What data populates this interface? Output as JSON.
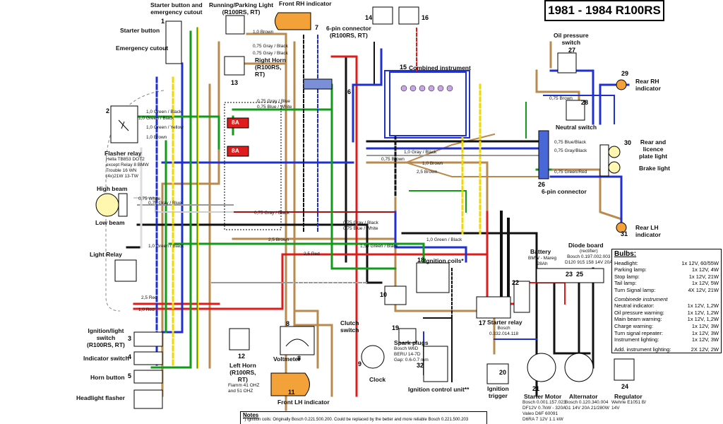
{
  "title": "1981 - 1984 R100RS",
  "components": {
    "c1": {
      "num": "1",
      "label": "Starter button and\nemergency cutout",
      "sub1": "Starter button",
      "sub2": "Emergency cutout"
    },
    "c2": {
      "num": "2",
      "label": "Flasher relay",
      "spec": "Hella TB853 DOT2\nexcept Relay 8 BMW\nTrouble 16 WN\n(4x)21W 13-TW"
    },
    "c3": {
      "num": "3",
      "label": "Ignition/light\nswitch\n(R100RS, RT)"
    },
    "c4": {
      "num": "4",
      "label": "Indicator switch"
    },
    "c5": {
      "num": "5",
      "label": "Horn button"
    },
    "c6": {
      "num": "6",
      "label": "6-pin connector\n(R100RS, RT)"
    },
    "c7": {
      "num": "7",
      "label": "Front RH indicator"
    },
    "c8": {
      "num": "8",
      "label": "Voltmeter"
    },
    "c9": {
      "num": "9",
      "label": "Clock"
    },
    "c10": {
      "num": "10"
    },
    "c11": {
      "num": "11",
      "label": "Front LH indicator"
    },
    "c12": {
      "num": "12",
      "label": "Left Horn\n(R100RS,\nRT)",
      "spec": "Fiamm 41 OHZ\nand 51 OHZ"
    },
    "c13": {
      "num": "13",
      "label": "Right Horn\n(R100RS,\nRT)"
    },
    "c14": {
      "num": "14"
    },
    "c15": {
      "num": "15",
      "label": "Combined instrument"
    },
    "c16": {
      "num": "16"
    },
    "c17": {
      "num": "17",
      "label": "Starter relay",
      "spec": "Bosch\n0.332.014.118"
    },
    "c18": {
      "num": "18",
      "label": "Ignition coils*"
    },
    "c19": {
      "num": "19",
      "label": "Spark plugs",
      "spec": "Bosch W6D\nBERU 14-7D\nGap: 0.6-0.7 mm"
    },
    "c20": {
      "num": "20",
      "label": "Ignition\ntrigger"
    },
    "c21": {
      "num": "21",
      "label": "Starter Motor",
      "spec": "Bosch 0.001.157.023\nDF12V 0.7kW - 320A\nValeo D6F 60091\nD6RA 7 12V 1.1 kW"
    },
    "c22": {
      "num": "22",
      "label": "Battery",
      "spec": "BMW - Mareg\n28Ah"
    },
    "c23": {
      "num": "23"
    },
    "c24": {
      "num": "24",
      "label": "Regulator",
      "spec": "Wehrle E1051 B/\n14V"
    },
    "c25": {
      "num": "25",
      "label": "Diode board",
      "spec": "(rectifier)\nBosch 0.197.002.003\nD120 915 158 14V 20A"
    },
    "c26": {
      "num": "26",
      "label": "6-pin connector"
    },
    "c27": {
      "num": "27",
      "label": "Oil pressure\nswitch"
    },
    "c28": {
      "num": "28",
      "label": "Neutral switch"
    },
    "c29": {
      "num": "29",
      "label": "Rear RH\nindicator"
    },
    "c30": {
      "num": "30",
      "label": "Rear and\nlicence\nplate light",
      "sub": "Brake light"
    },
    "c31": {
      "num": "31",
      "label": "Rear LH\nindicator"
    },
    "c32": {
      "num": "32",
      "label": "Ignition control unit**"
    },
    "alternator": {
      "label": "Alternator",
      "spec": "Bosch 0.120.340.004\nG1 14V 20A 21/280W"
    },
    "highbeam": "High beam",
    "lowbeam": "Low beam",
    "lightrelay": "Light Relay",
    "runlight": "Running/Parking Light\n(R100RS, RT)",
    "clutch": "Clutch\nswitch",
    "headflasher": "Headlight flasher"
  },
  "wires": {
    "w1": "1,0 Brown",
    "w2": "0,75 Gray / Black",
    "w3": "0,75 Gray / Black",
    "w4": "1,0 Green / Black",
    "w5": "1,0 Green / Yellow",
    "w6": "1,0 Brown",
    "w7": "0,75 Gray / Blue",
    "w8": "0,75 Blue / White",
    "w9": "2,5 Red",
    "w10": "1,0 Red",
    "w11": "0,75 White",
    "w12": "2,5 Brown",
    "w13": "0,75 Blue/Black",
    "w14": "0,75 Gray/Black",
    "w15": "0,75 Green/Red",
    "w16": "0,75 Brown",
    "w17": "1,0 Gray / Black",
    "w18": "2,5 Brown",
    "w19": "1,0 Brown",
    "w20": "0,75 Brown",
    "w21": "1,0 Green / Black",
    "w22": "1,50 Green / Black",
    "w23": "0,75 Gray / Black",
    "w24": "0,75 Blue / White",
    "w25": "1,0 Green / Black",
    "w26": "2,5 Red",
    "w27": "1,0 Green / Black",
    "w28": "0,75 Gray / Blue",
    "w29": "0,75 Gray / Black"
  },
  "fuses": {
    "f1": "8A",
    "f2": "8A"
  },
  "bulbs": {
    "heading": "Bulbs:",
    "rows": [
      {
        "name": "Headlight:",
        "value": "1x 12V, 60/55W"
      },
      {
        "name": "Parking lamp:",
        "value": "1x 12V, 4W"
      },
      {
        "name": "Stop lamp:",
        "value": "1x 12V, 21W"
      },
      {
        "name": "Tail lamp:",
        "value": "1x 12V, 5W"
      },
      {
        "name": "Turn Signal lamp:",
        "value": "4X 12V, 21W"
      }
    ],
    "sub_heading": "Combinede instrument",
    "rows2": [
      {
        "name": "Neutral indicator:",
        "value": "1x 12V, 1,2W"
      },
      {
        "name": "Oil pressure warning:",
        "value": "1x 12V, 1,2W"
      },
      {
        "name": "Main beam warning:",
        "value": "1x 12V, 1,2W"
      },
      {
        "name": "Charge warning:",
        "value": "1x 12V, 3W"
      },
      {
        "name": "Turn signal repeater:",
        "value": "1x 12V, 3W"
      },
      {
        "name": "Instrument lighting:",
        "value": "1x 12V, 3W"
      }
    ],
    "footer": {
      "name": "Add. instrument lighting:",
      "value": "2X 12V, 2W"
    }
  },
  "notes": {
    "heading": "Notes",
    "line1": "*) Ignition coils: Originally Bosch 0.221.500.200. Could be replaced by the better and more reliable Bosch 0.221.500.203"
  },
  "colors": {
    "brown": "#b88a4e",
    "black": "#111111",
    "red": "#e01b1b",
    "blue": "#1f2fd0",
    "green": "#129a1a",
    "yellow": "#f0d800",
    "white": "#ffffff",
    "gray": "#9a9a9a",
    "indicator": "#f3a23a",
    "dark_red": "#a31414"
  }
}
